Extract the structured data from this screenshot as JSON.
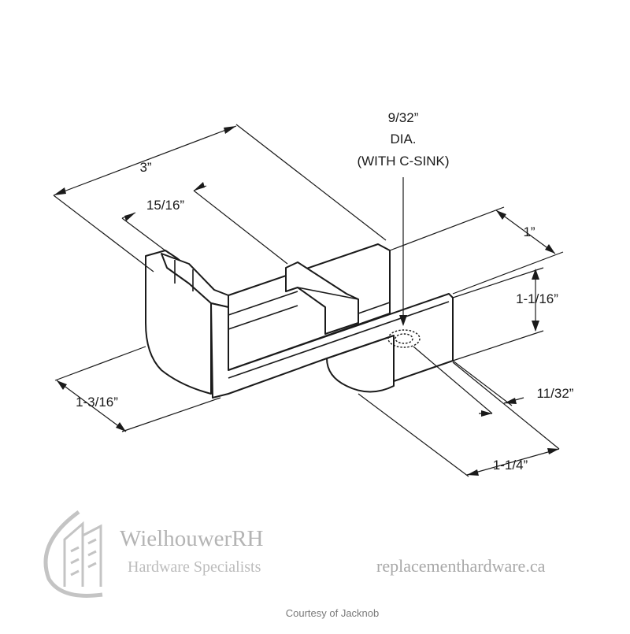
{
  "drawing": {
    "dimensions": {
      "length": "3”",
      "inner_width": "15/16”",
      "hole_line1": "9/32”",
      "hole_line2": "DIA.",
      "hole_line3": "(WITH C-SINK)",
      "width": "1”",
      "height": "1-1/16”",
      "depth": "1-3/16”",
      "hole_offset": "11/32”",
      "flange": "1-1/4”"
    }
  },
  "branding": {
    "company": "WielhouwerRH",
    "tagline": "Hardware Specialists",
    "website": "replacementhardware.ca",
    "credit": "Courtesy of Jacknob"
  },
  "colors": {
    "line": "#1a1a1a",
    "part_fill": "#ffffff",
    "watermark": "#b4b4b4"
  }
}
